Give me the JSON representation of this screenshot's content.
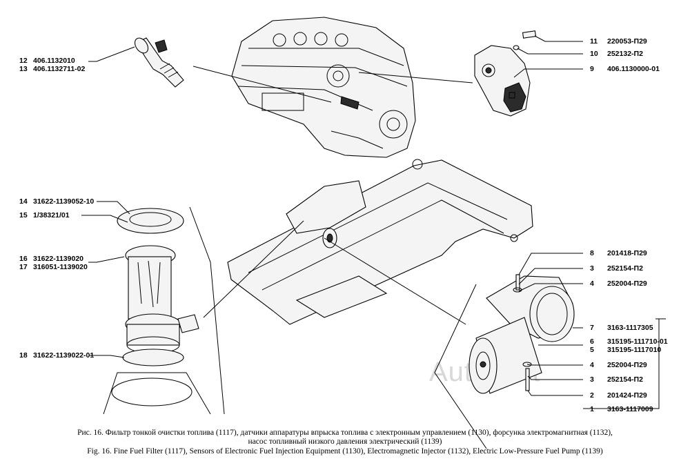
{
  "callouts": {
    "c12": {
      "num": "12",
      "code": "406.1132010"
    },
    "c13": {
      "num": "13",
      "code": "406.1132711-02"
    },
    "c11": {
      "num": "11",
      "code": "220053-П29"
    },
    "c10": {
      "num": "10",
      "code": "252132-П2"
    },
    "c9": {
      "num": "9",
      "code": "406.1130000-01"
    },
    "c14": {
      "num": "14",
      "code": "31622-1139052-10"
    },
    "c15": {
      "num": "15",
      "code": "1/38321/01"
    },
    "c16": {
      "num": "16",
      "code": "31622-1139020"
    },
    "c17": {
      "num": "17",
      "code": "316051-1139020"
    },
    "c18": {
      "num": "18",
      "code": "31622-1139022-01"
    },
    "c8": {
      "num": "8",
      "code": "201418-П29"
    },
    "c3a": {
      "num": "3",
      "code": "252154-П2"
    },
    "c4a": {
      "num": "4",
      "code": "252004-П29"
    },
    "c7": {
      "num": "7",
      "code": "3163-1117305"
    },
    "c6": {
      "num": "6",
      "code": "315195-111710-01"
    },
    "c5": {
      "num": "5",
      "code": "315195-1117010"
    },
    "c4b": {
      "num": "4",
      "code": "252004-П29"
    },
    "c3b": {
      "num": "3",
      "code": "252154-П2"
    },
    "c2": {
      "num": "2",
      "code": "201424-П29"
    },
    "c1": {
      "num": "1",
      "code": "3163-1117009"
    }
  },
  "watermark": "AutoSoft",
  "caption": {
    "ru_line1": "Рис. 16. Фильтр тонкой очистки топлива (1117), датчики аппаратуры впрыска топлива с электронным управлением (1130), форсунка электромагнитная (1132),",
    "ru_line2": "насос топливный низкого давления электрический (1139)",
    "en_line": "Fig. 16. Fine Fuel Filter (1117), Sensors of Electronic Fuel Injection Equipment (1130), Electromagnetic Injector (1132), Electric Low-Pressure Fuel Pump (1139)"
  }
}
